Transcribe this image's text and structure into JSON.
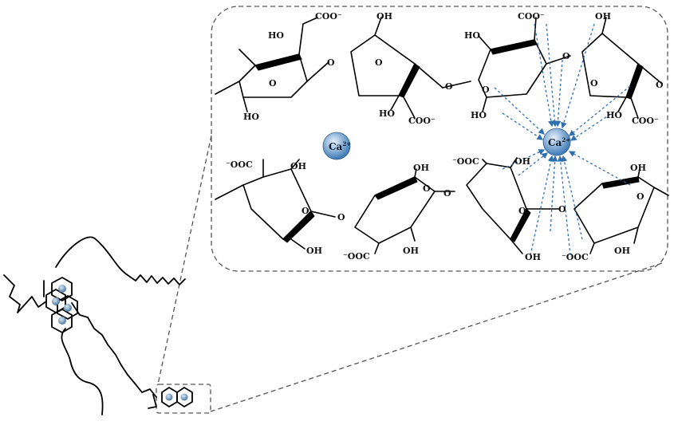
{
  "labels": {
    "ho": "HO",
    "oh": "OH",
    "o": "O",
    "coo_minus": "COO⁻",
    "ooc_minus": "⁻OOC",
    "ca_base": "Ca",
    "ca_charge": "2+"
  },
  "colors": {
    "ion_fill_center": "#e8f2fc",
    "ion_fill_edge": "#2f6fb0",
    "coordination_arrows": "#2f6fb0",
    "frame": "#555555",
    "bonds": "#000000"
  }
}
